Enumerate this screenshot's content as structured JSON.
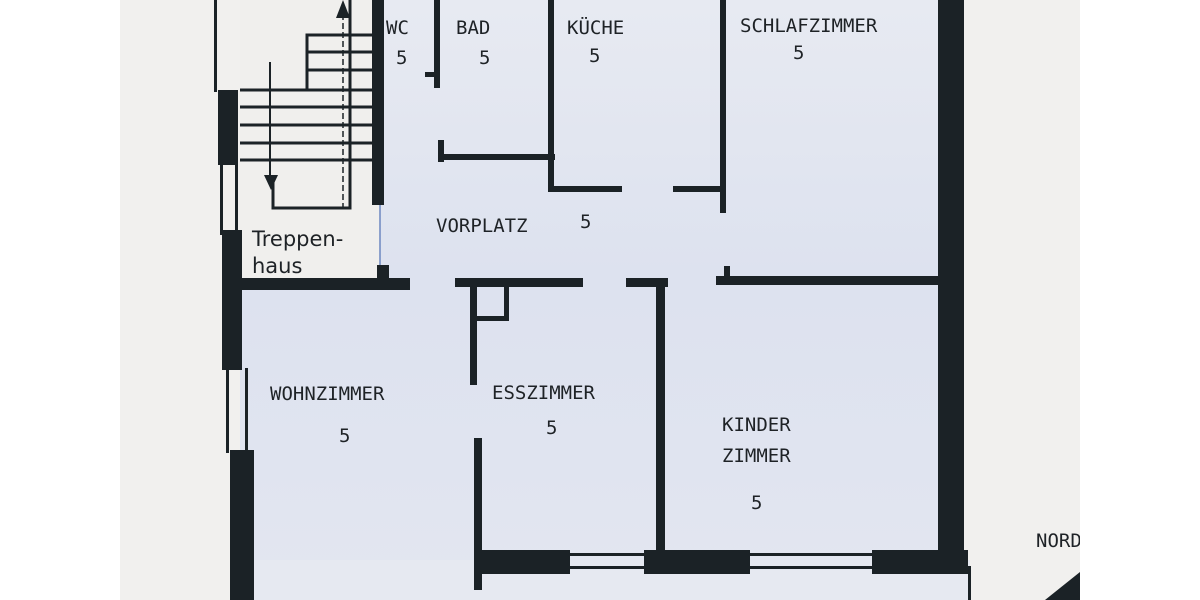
{
  "floor_plan": {
    "rooms": [
      {
        "name": "WC",
        "number": "5"
      },
      {
        "name": "BAD",
        "number": "5"
      },
      {
        "name": "KÜCHE",
        "number": "5"
      },
      {
        "name": "SCHLAFZIMMER",
        "number": "5"
      },
      {
        "name": "VORPLATZ",
        "number": "5"
      },
      {
        "name": "WOHNZIMMER",
        "number": "5"
      },
      {
        "name": "ESSZIMMER",
        "number": "5"
      },
      {
        "name": "KINDER",
        "name2": "ZIMMER",
        "number": "5"
      }
    ],
    "stairwell": {
      "line1": "Treppen-",
      "line2": "haus"
    },
    "compass_label": "NORD",
    "colors": {
      "paper": "#f1f0ee",
      "wall": "#1b2226",
      "shading": "#c9d3ec"
    }
  }
}
